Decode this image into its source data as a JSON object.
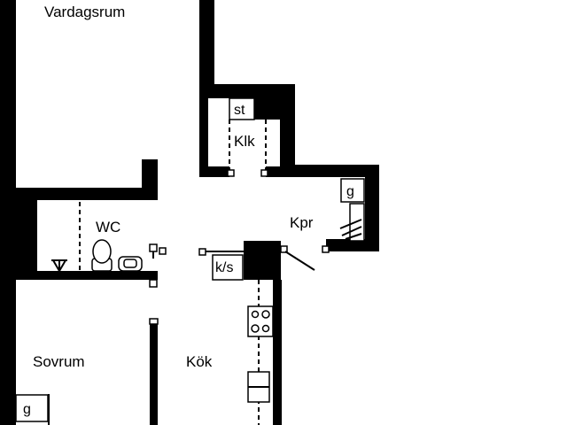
{
  "rooms": {
    "vardagsrum": "Vardagsrum",
    "klk": "Klk",
    "st": "st",
    "wc": "WC",
    "kpr": "Kpr",
    "ks": "k/s",
    "sovrum": "Sovrum",
    "kok": "Kök",
    "g_hall": "g",
    "g_sovrum": "g"
  },
  "colors": {
    "wall": "#000000",
    "background": "#ffffff"
  }
}
